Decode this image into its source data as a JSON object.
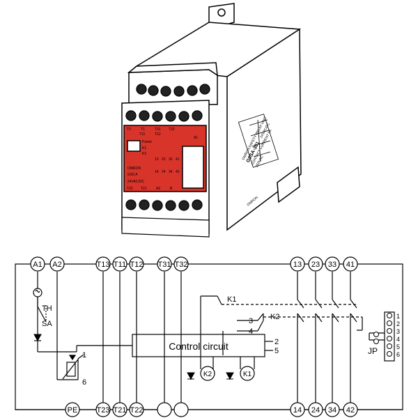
{
  "device": {
    "front_labels": {
      "top_terminals": [
        "T3",
        "T1",
        "T31",
        "T32",
        "A1"
      ],
      "top_terminals_sub": [
        "T11",
        "T12"
      ],
      "indicators": [
        "Power",
        "K1",
        "K2"
      ],
      "contacts": [
        "13",
        "23",
        "33",
        "41"
      ],
      "contacts_bottom": [
        "14",
        "24",
        "34",
        "42"
      ],
      "brand": "OMRON",
      "model_short": "G9S A",
      "voltage": "24VAC/DC",
      "bottom_terminals": [
        "T22",
        "T21",
        "A2",
        "B"
      ]
    },
    "side_label": {
      "brand": "OMRON",
      "line1": "SAFETY RELAY UNIT",
      "model": "G9SA-301",
      "line2": "24VAC/DC",
      "line3": "CONTACT CURRENT 5A",
      "line4": "250VAC",
      "footer": "OMRON"
    }
  },
  "schematic": {
    "top_terminals": [
      "A1",
      "A2",
      "T13",
      "T11",
      "T12",
      "T31",
      "T32",
      "13",
      "23",
      "33",
      "41"
    ],
    "bottom_terminals": [
      "PE",
      "T23",
      "T21",
      "T22",
      "",
      "",
      "14",
      "24",
      "34",
      "42"
    ],
    "component_labels": {
      "th": "TH",
      "sa": "SA",
      "k1": "K1",
      "k2": "K2",
      "control_circuit": "Control circuit",
      "coil_k1": "K1",
      "coil_k2": "K2",
      "jp": "JP"
    },
    "control_pins": {
      "pin1": "1",
      "pin6": "6",
      "pin3": "3",
      "pin4": "4",
      "pin2": "2",
      "pin5": "5"
    },
    "jumper_pins": [
      "1",
      "2",
      "3",
      "4",
      "5",
      "6"
    ]
  },
  "colors": {
    "relay_face": "#d8342a",
    "line": "#000000",
    "background": "#ffffff"
  }
}
